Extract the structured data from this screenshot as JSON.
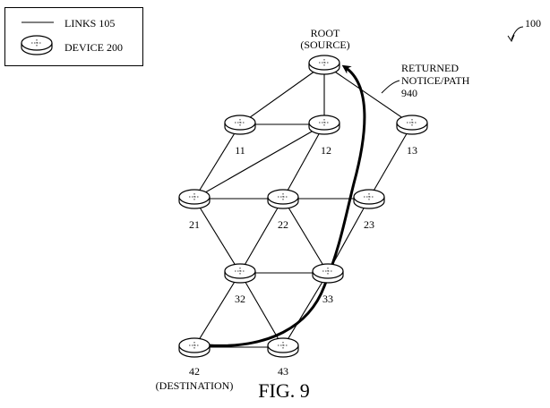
{
  "legend": {
    "links_label": "LINKS 105",
    "device_label": "DEVICE 200"
  },
  "figure_ref": "100",
  "root_label_1": "ROOT",
  "root_label_2": "(SOURCE)",
  "path_label_1": "RETURNED",
  "path_label_2": "NOTICE/PATH",
  "path_label_3": "940",
  "nodes": {
    "n11": "11",
    "n12": "12",
    "n13": "13",
    "n21": "21",
    "n22": "22",
    "n23": "23",
    "n32": "32",
    "n33": "33",
    "n42": "42",
    "n43": "43"
  },
  "destination_label": "(DESTINATION)",
  "caption": "FIG. 9",
  "colors": {
    "line": "#000000",
    "device_fill": "#ffffff"
  }
}
